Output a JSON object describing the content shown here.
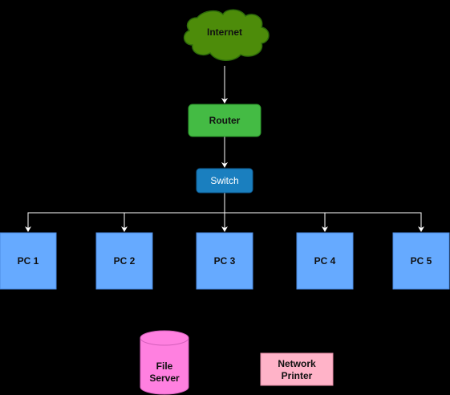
{
  "colors": {
    "background": "#000000",
    "edge": "#ffffff",
    "internet_fill": "#4d8c0a",
    "internet_stroke": "#2d6b0a",
    "router_fill": "#44bb44",
    "router_stroke": "#2d9a2d",
    "switch_fill": "#1a7fbf",
    "switch_stroke": "#0f5f99",
    "pc_fill": "#66aaff",
    "pc_stroke": "#4a8ae0",
    "file_server_fill": "#ff80e0",
    "file_server_stroke": "#d45fbb",
    "printer_fill": "#ffb3c8",
    "printer_stroke": "#e08aa3",
    "dark_text": "#111111",
    "light_text": "#ffffff"
  },
  "nodes": {
    "internet": {
      "label": "Internet",
      "shape": "cloud"
    },
    "router": {
      "label": "Router",
      "shape": "rounded-rectangle"
    },
    "switch": {
      "label": "Switch",
      "shape": "rounded-rectangle"
    },
    "pcs": [
      {
        "label": "PC 1"
      },
      {
        "label": "PC 2"
      },
      {
        "label": "PC 3"
      },
      {
        "label": "PC 4"
      },
      {
        "label": "PC 5"
      }
    ],
    "file_server": {
      "label_line1": "File",
      "label_line2": "Server",
      "shape": "cylinder"
    },
    "network_printer": {
      "label_line1": "Network",
      "label_line2": "Printer",
      "shape": "rectangle"
    }
  },
  "edges": [
    {
      "from": "Internet",
      "to": "Router"
    },
    {
      "from": "Router",
      "to": "Switch"
    },
    {
      "from": "Switch",
      "to": "PC 1"
    },
    {
      "from": "Switch",
      "to": "PC 2"
    },
    {
      "from": "Switch",
      "to": "PC 3"
    },
    {
      "from": "Switch",
      "to": "PC 4"
    },
    {
      "from": "Switch",
      "to": "PC 5"
    }
  ]
}
